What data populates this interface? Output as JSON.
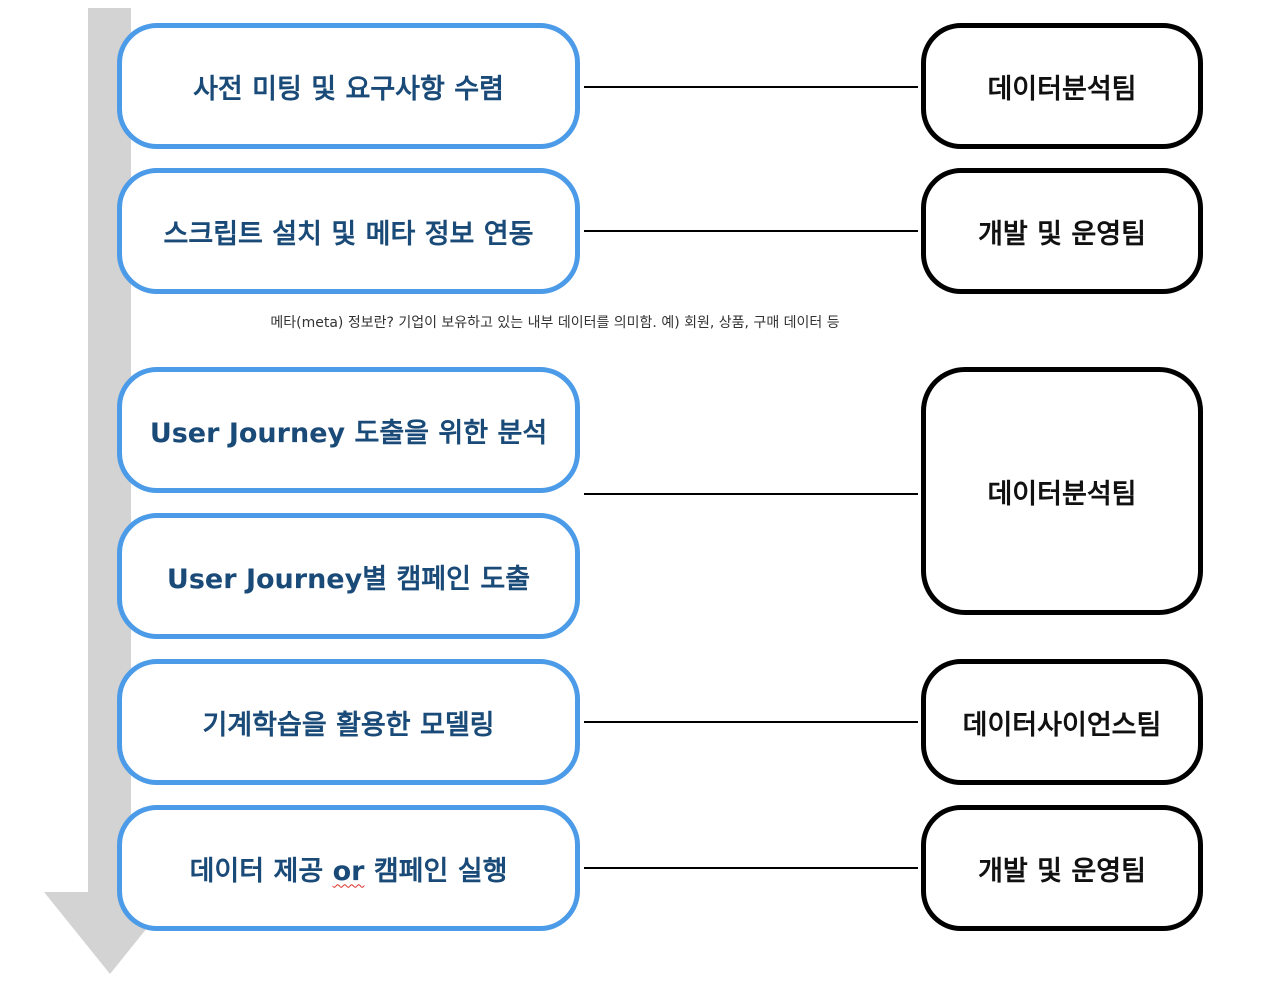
{
  "steps": [
    {
      "label": "사전 미팅 및 요구사항 수렴"
    },
    {
      "label": "스크립트 설치 및 메타 정보 연동"
    },
    {
      "label": "User Journey 도출을 위한 분석"
    },
    {
      "label": "User Journey별 캠페인 도출"
    },
    {
      "label": "기계학습을 활용한 모델링"
    },
    {
      "label_before": "데이터 제공 ",
      "label_flagged": "or",
      "label_after": " 캠페인 실행"
    }
  ],
  "teams": [
    {
      "label": "데이터분석팀"
    },
    {
      "label": "개발 및 운영팀"
    },
    {
      "label": "데이터분석팀"
    },
    {
      "label": "데이터사이언스팀"
    },
    {
      "label": "개발 및 운영팀"
    }
  ],
  "note": "메타(meta) 정보란? 기업이 보유하고 있는 내부 데이터를 의미함. 예) 회원, 상품, 구매 데이터 등",
  "colors": {
    "step_border": "#4c9be8",
    "step_text": "#1a4a78",
    "team_border": "#000000",
    "timeline_arrow": "#d3d3d3"
  }
}
